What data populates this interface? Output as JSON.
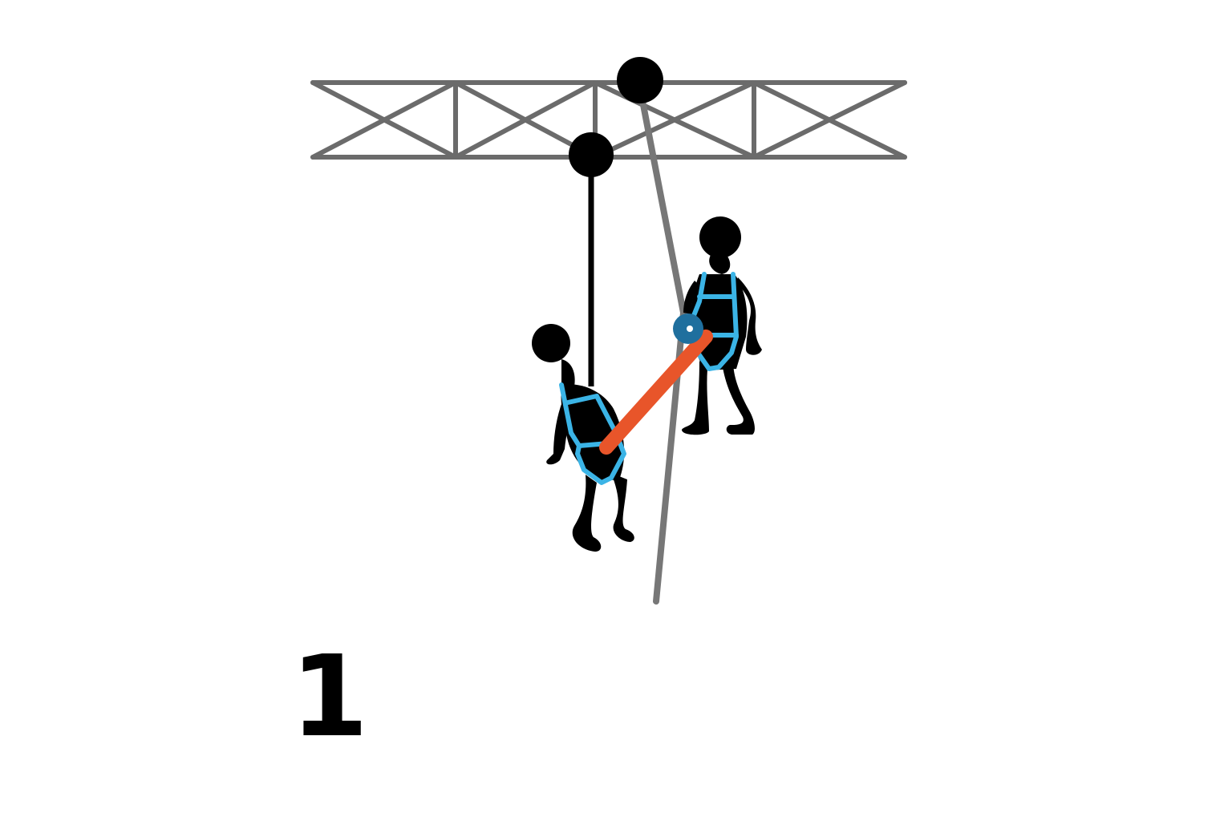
{
  "step_label": "1",
  "colors": {
    "truss": "#6b6b6b",
    "anchor": "#000000",
    "figure": "#000000",
    "harness": "#3bb4e6",
    "rescue_pole": "#e8552a",
    "pulley": "#1f6f9e"
  },
  "icons": {
    "truss": "truss-beam",
    "anchor": "anchor-point-dot",
    "person": "stick-figure",
    "harness": "safety-harness",
    "pulley": "pulley-wheel"
  }
}
